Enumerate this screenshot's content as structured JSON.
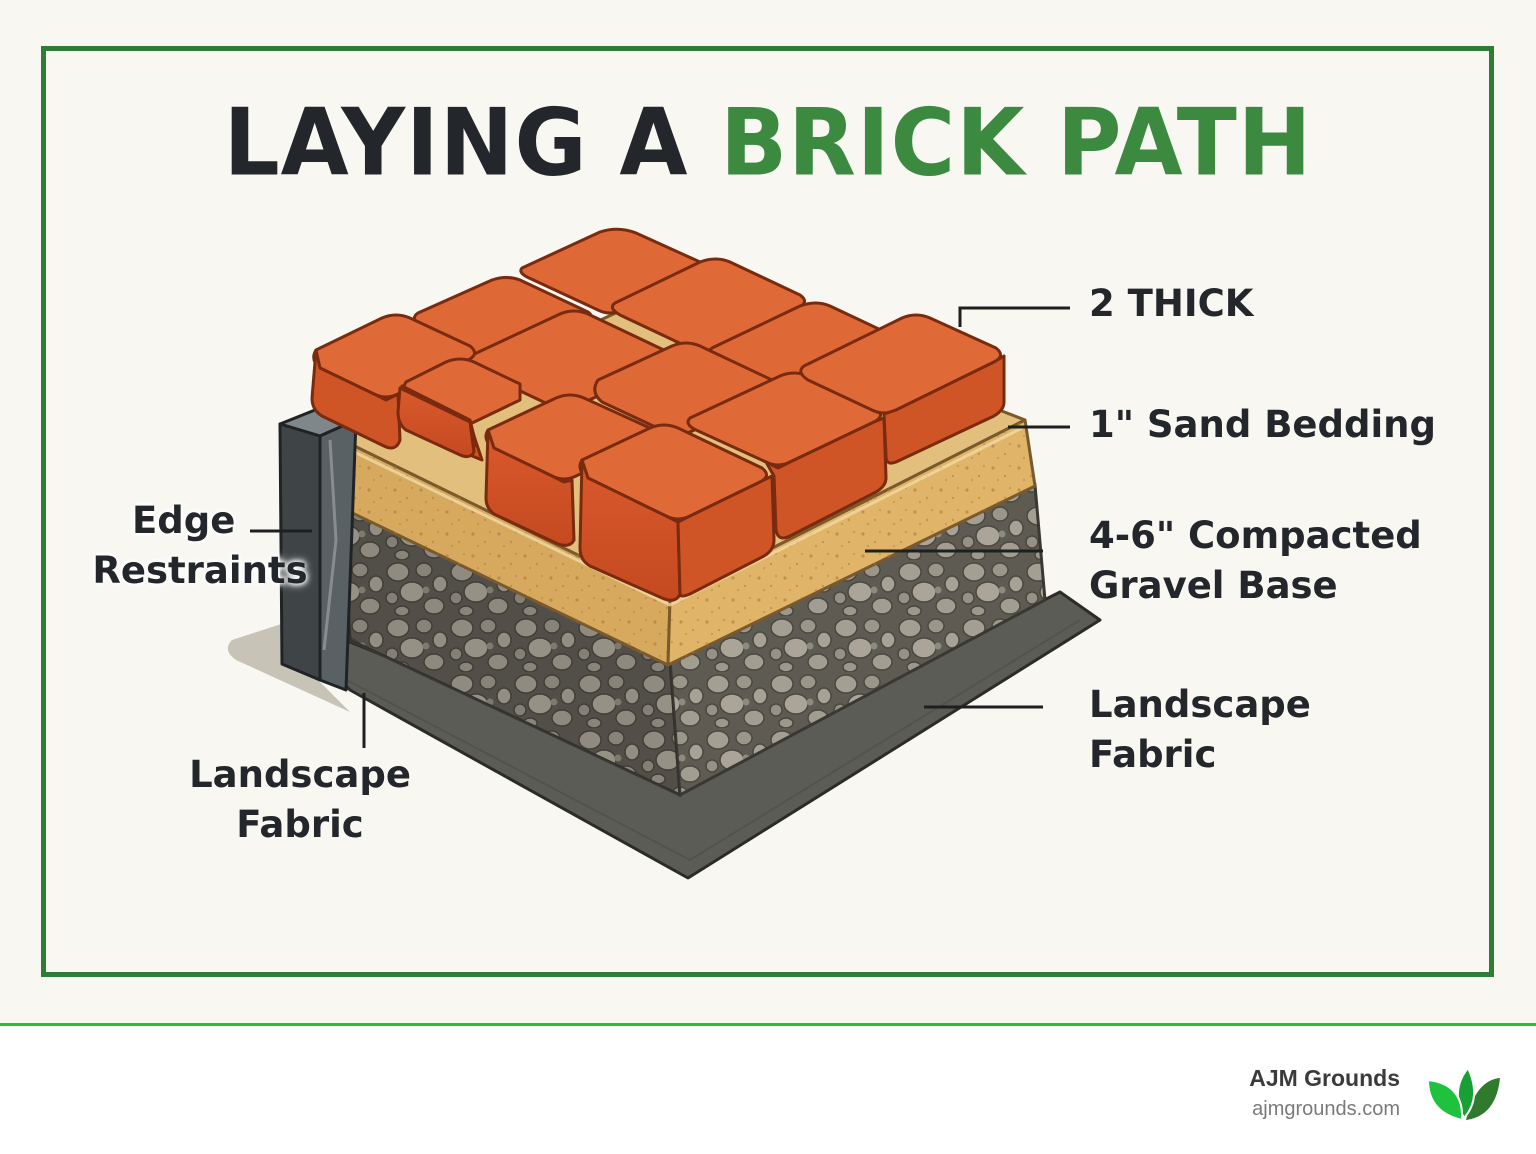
{
  "title": {
    "prefix": "LAYING A ",
    "highlight": "BRICK PATH"
  },
  "labels": {
    "brick_thickness": "2 THICK",
    "sand_bedding": "1\" Sand Bedding",
    "gravel_base": {
      "line1": "4-6\" Compacted",
      "line2": "Gravel Base"
    },
    "fabric_right": {
      "line1": "Landscape",
      "line2": "Fabric"
    },
    "edge_restraints": {
      "line1": "Edge",
      "line2": "Restraints"
    },
    "fabric_left": {
      "line1": "Landscape",
      "line2": "Fabric"
    }
  },
  "layers": [
    {
      "name": "Bricks",
      "color": "#d9592c"
    },
    {
      "name": "Sand Bedding",
      "color": "#d8ad62"
    },
    {
      "name": "Compacted Gravel Base",
      "color": "#6f6c63"
    },
    {
      "name": "Landscape Fabric",
      "color": "#5b5b57"
    },
    {
      "name": "Edge Restraints",
      "color": "#3f4447"
    }
  ],
  "footer": {
    "brand_name": "AJM Grounds",
    "brand_url": "ajmgrounds.com"
  },
  "colors": {
    "frame": "#2f7d34",
    "title_dark": "#23262a",
    "title_green": "#3b8a40",
    "divider": "#1fc23c",
    "leaf_light": "#1fc23c",
    "leaf_mid": "#18a034",
    "leaf_dark": "#2f7a2c"
  }
}
